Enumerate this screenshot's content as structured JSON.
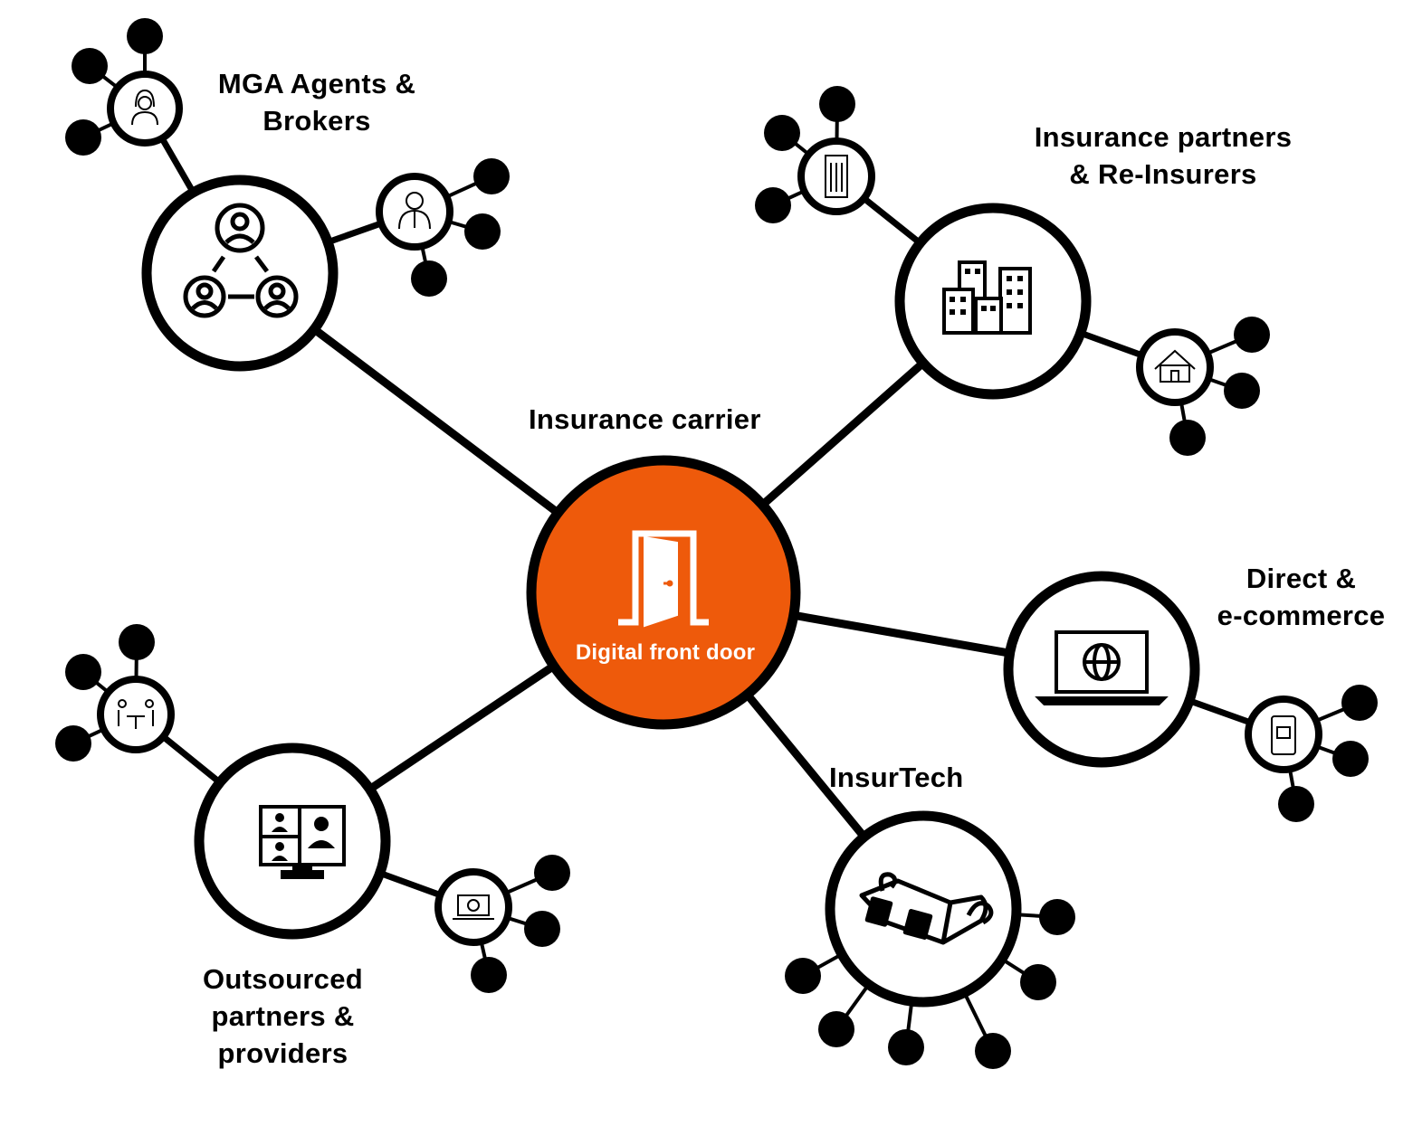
{
  "center": {
    "title": "Insurance carrier",
    "label": "Digital front door",
    "color": "#ee5a0b",
    "icon": "open-door-icon"
  },
  "labels": {
    "mga": [
      "MGA Agents &",
      "Brokers"
    ],
    "insurance_partners": [
      "Insurance partners",
      "& Re-Insurers"
    ],
    "direct": [
      "Direct &",
      "e-commerce"
    ],
    "insurtech": [
      "InsurTech"
    ],
    "outsourced": [
      "Outsourced",
      "partners &",
      "providers"
    ]
  },
  "hubs": [
    {
      "id": "mga",
      "icon": "people-network-icon",
      "satellites": [
        "woman-agent-icon",
        "businessman-icon"
      ]
    },
    {
      "id": "insurance-partners",
      "icon": "city-buildings-icon",
      "satellites": [
        "office-building-icon",
        "house-icon"
      ]
    },
    {
      "id": "direct",
      "icon": "laptop-globe-icon",
      "satellites": [
        "mobile-cart-icon"
      ]
    },
    {
      "id": "insurtech",
      "icon": "3d-glasses-icon",
      "satellites": []
    },
    {
      "id": "outsourced",
      "icon": "video-conference-icon",
      "satellites": [
        "meeting-table-icon",
        "laptop-web-icon"
      ]
    }
  ]
}
